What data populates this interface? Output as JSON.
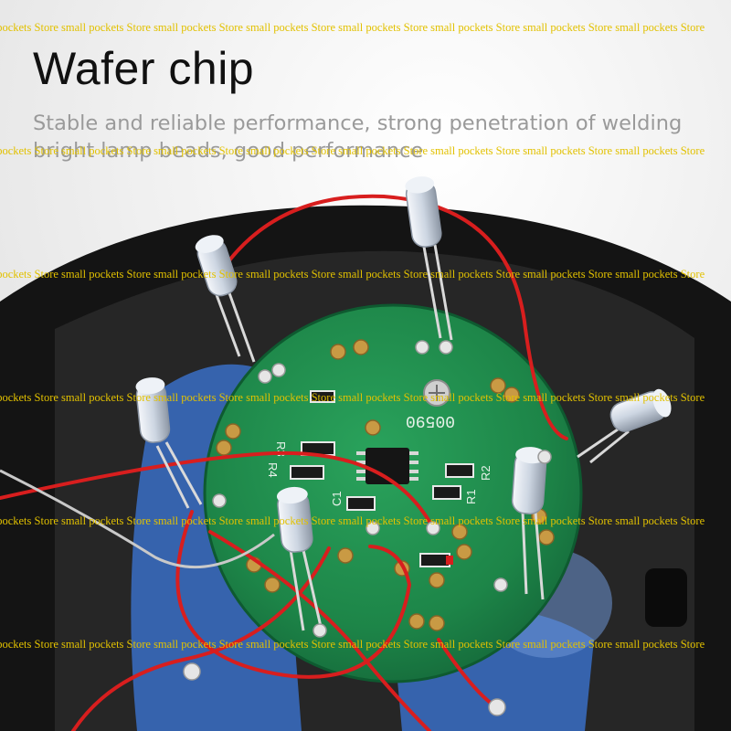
{
  "headline": {
    "title": "Wafer chip",
    "subtitle": "Stable and reliable performance, strong penetration of welding bright lamp beads, good performance"
  },
  "board": {
    "marking": "00590",
    "labels": {
      "r1": "R1",
      "r2": "R2",
      "r3": "R3",
      "r4": "R4",
      "c1": "C1"
    }
  },
  "watermark": {
    "text": "small pockets Store"
  },
  "colors": {
    "pcb": "#1f8a4c",
    "wire": "#d81e1e",
    "housing": "#1a1a1a",
    "battery": "#3a6fc6",
    "watermark": "#e2c100"
  }
}
